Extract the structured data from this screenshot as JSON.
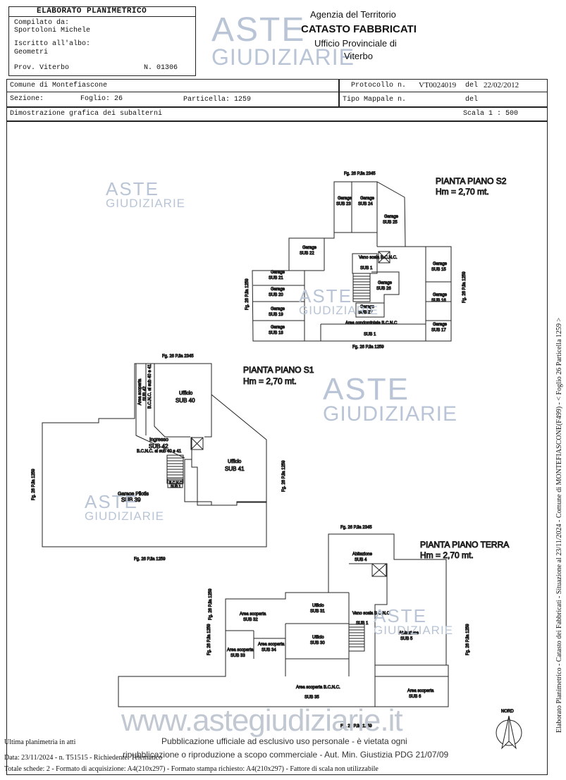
{
  "header": {
    "doc_title": "ELABORATO PLANIMETRICO",
    "compiled_label": "Compilato da:",
    "compiled_by": "Sportoloni Michele",
    "register_label": "Iscritto all'albo:",
    "register_value": "Geometri",
    "province": "Prov. Viterbo",
    "number": "N. 01306",
    "agency_line1": "Agenzia del Territorio",
    "agency_line2": "CATASTO FABBRICATI",
    "agency_line3": "Ufficio Provinciale di",
    "agency_line4": "Viterbo",
    "comune": "Comune di Montefiascone",
    "sezione_label": "Sezione:",
    "foglio": "Foglio: 26",
    "particella": "Particella: 1259",
    "protocol_label": "Protocollo n.",
    "protocol_value": "VT0024019",
    "protocol_date_label": "del",
    "protocol_date": "22/02/2012",
    "tipo_mappale_label": "Tipo Mappale n.",
    "tipo_mappale_del": "del",
    "dimostrazione": "Dimostrazione grafica dei subalterni",
    "scala": "Scala 1 : 500"
  },
  "watermark": {
    "line1": "ASTE",
    "line2": "GIUDIZIARIE",
    "website": "www.astegiudiziarie.it"
  },
  "plans": {
    "s2": {
      "title": "PIANTA PIANO S2",
      "height": "Hm = 2,70 mt.",
      "ref_top": "Fg. 26 P.lla 2345",
      "ref_bottom": "Fg. 26 P.lla 1259",
      "ref_left": "Fg. 26 P.lla 1259",
      "ref_right": "Fg. 26 P.lla 1259",
      "rooms": [
        {
          "type": "Garage",
          "sub": "SUB 23"
        },
        {
          "type": "Garage",
          "sub": "SUB 24"
        },
        {
          "type": "Garage",
          "sub": "SUB 25"
        },
        {
          "type": "Garage",
          "sub": "SUB 22"
        },
        {
          "type": "Vano scala B.C.N.C.",
          "sub": "SUB 1"
        },
        {
          "type": "Garage",
          "sub": "SUB 15"
        },
        {
          "type": "Garage",
          "sub": "SUB 21"
        },
        {
          "type": "Garage",
          "sub": "SUB 26"
        },
        {
          "type": "Garage",
          "sub": "SUB 20"
        },
        {
          "type": "Garage",
          "sub": "SUB 16"
        },
        {
          "type": "Garage",
          "sub": "SUB 19"
        },
        {
          "type": "Garage",
          "sub": "SUB 27"
        },
        {
          "type": "Garage",
          "sub": "SUB 18"
        },
        {
          "type": "Area condominiale B.C.N.C",
          "sub": "SUB 1"
        },
        {
          "type": "Garage",
          "sub": "SUB 17"
        }
      ]
    },
    "s1": {
      "title": "PIANTA PIANO S1",
      "height": "Hm = 2,70 mt.",
      "ref_top": "Fg. 26 P.lla 2345",
      "ref_bottom": "Fg. 26 P.lla 1259",
      "ref_left": "Fg. 26 P.lla 1259",
      "ref_right": "Fg. 26 P.lla 1259",
      "rooms": [
        {
          "type": "Area scoperta",
          "sub": "SUB 42"
        },
        {
          "type": "B.C.N.C. ai sub 40 e 41",
          "sub": ""
        },
        {
          "type": "Ufficio",
          "sub": "SUB 40"
        },
        {
          "type": "Ingresso",
          "sub": "SUB 42"
        },
        {
          "type": "B.C.N.C. ai sub 40 e 41",
          "sub": ""
        },
        {
          "type": "Ufficio",
          "sub": "SUB 41"
        },
        {
          "type": "B.C.N.C.",
          "sub": "SUB 1"
        },
        {
          "type": "Garage Pilotis",
          "sub": "SUB 39"
        }
      ]
    },
    "terra": {
      "title": "PIANTA PIANO TERRA",
      "height": "Hm = 2,70 mt.",
      "ref_top": "Fg. 26 P.lla 2345",
      "ref_bottom": "Fg. 26 P.lla 1259",
      "ref_left": "Fg. 26 P.lla 1259",
      "ref_right": "Fg. 26 P.lla 1259",
      "ref_left2": "Fg. 26 P.lla 1259",
      "rooms": [
        {
          "type": "Abitazione",
          "sub": "SUB 4"
        },
        {
          "type": "Ufficio",
          "sub": "SUB 31"
        },
        {
          "type": "Area scoperta",
          "sub": "SUB 32"
        },
        {
          "type": "Vano scala B.C.N.C.",
          "sub": "SUB 1"
        },
        {
          "type": "Abitazione",
          "sub": "SUB 5"
        },
        {
          "type": "Ufficio",
          "sub": "SUB 30"
        },
        {
          "type": "Area scoperta",
          "sub": "SUB 33"
        },
        {
          "type": "Area scoperta",
          "sub": "SUB 34"
        },
        {
          "type": "Area scoperta B.C.N.C.",
          "sub": "SUB 35"
        },
        {
          "type": "Area scoperta",
          "sub": "SUB 6"
        }
      ],
      "north": "NORD"
    }
  },
  "side_text": "Elaborato Planimetrico - Catasto dei Fabbricati - Situazione al 23/11/2024 - Comune di MONTEFIASCONE(F499) - < Foglio 26 Particella 1259 >",
  "footer": {
    "last_plan": "Ultima planimetria in atti",
    "publication_line1": "Pubblicazione ufficiale ad esclusivo uso personale - è vietata ogni",
    "publication_line2": "ripubblicazione o riproduzione a scopo commerciale - Aut. Min. Giustizia PDG 21/07/09",
    "data_line": "Data: 23/11/2024 - n. T51515 - Richiedente: Telematico",
    "schede_line": "Totale schede: 2 - Formato di acquisizione: A4(210x297)  - Formato stampa richiesto: A4(210x297) - Fattore di scala non utilizzabile"
  }
}
